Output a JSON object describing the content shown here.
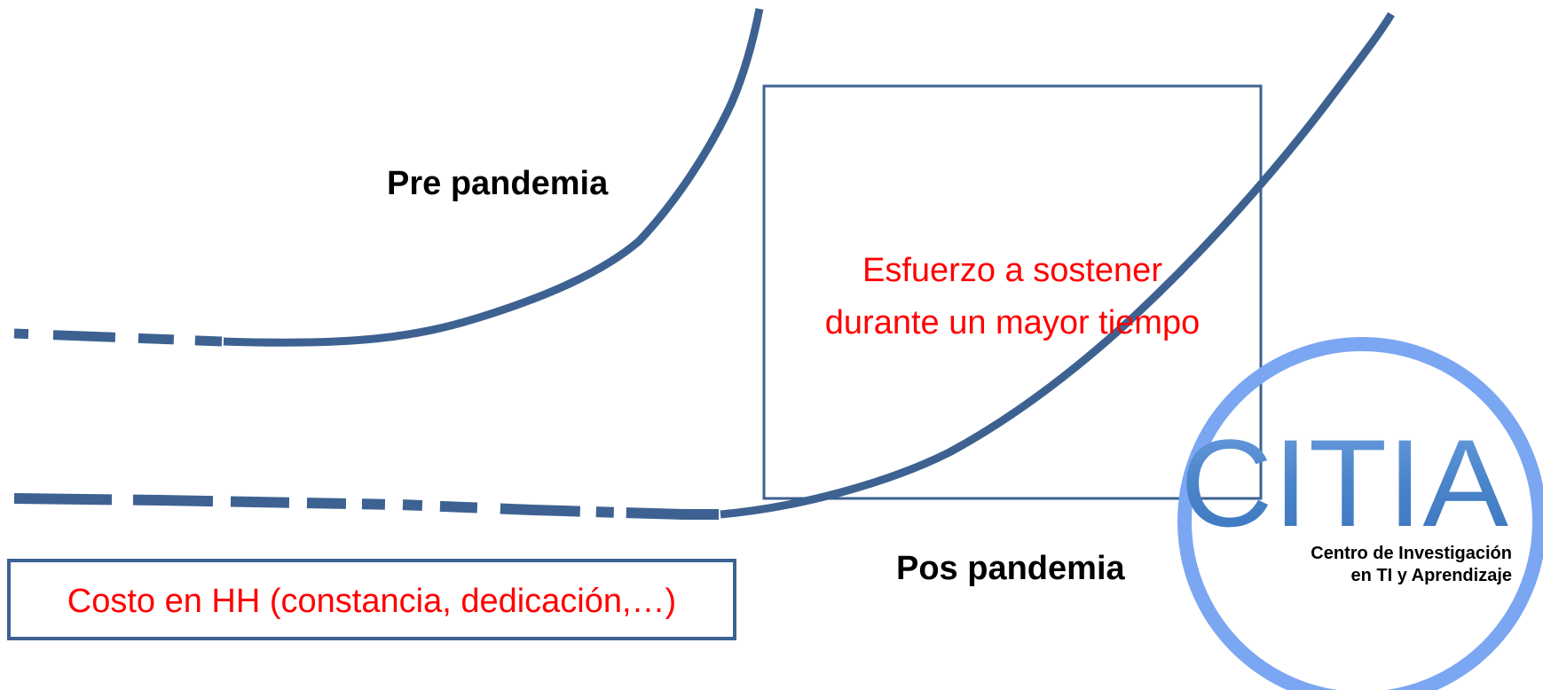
{
  "labels": {
    "pre": "Pre pandemia",
    "pos": "Pos pandemia",
    "effort_line1": "Esfuerzo a sostener",
    "effort_line2": "durante un mayor tiempo",
    "cost": "Costo en HH (constancia, dedicación,…)"
  },
  "logo": {
    "letters": "CITIA",
    "subtitle_line1": "Centro de Investigación",
    "subtitle_line2": "en TI y Aprendizaje"
  },
  "colors": {
    "curve": "#3d6291",
    "box_stroke": "#3d6291",
    "red_text": "#ff0000",
    "black_text": "#000000",
    "logo_ring": "#7ba6f2",
    "logo_letters": "#4a84c9"
  }
}
